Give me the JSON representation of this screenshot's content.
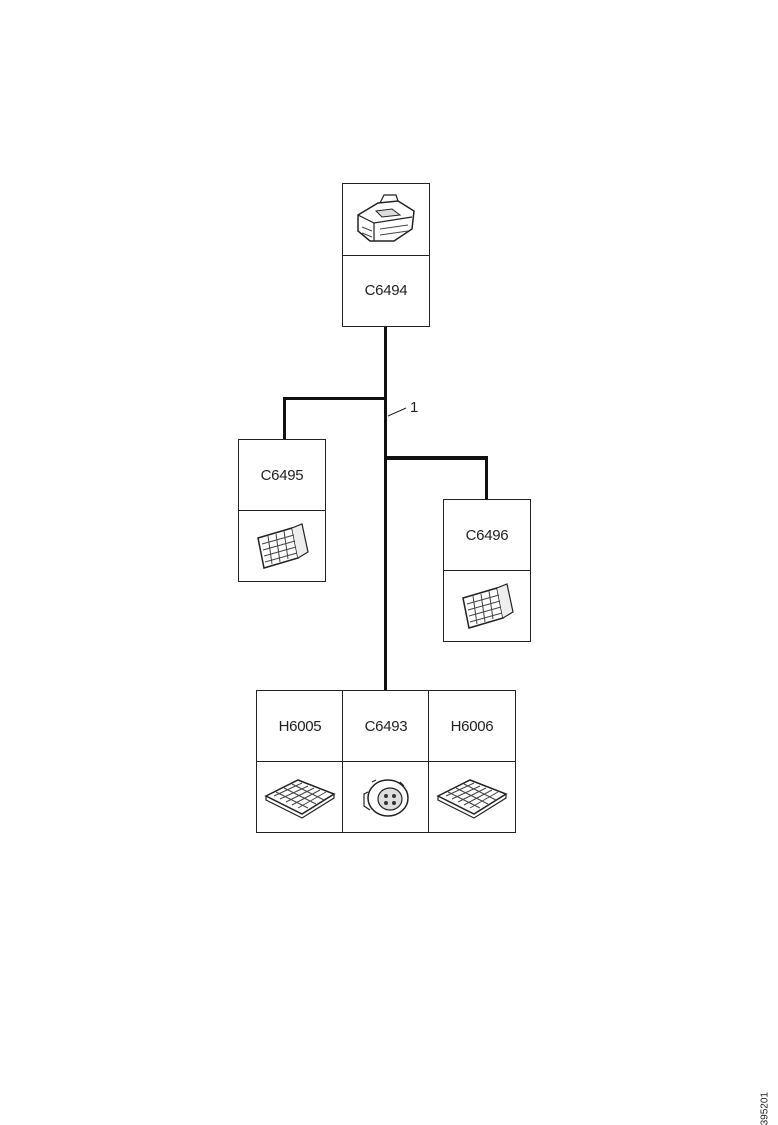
{
  "connectors": {
    "top": {
      "label": "C6494",
      "icon": "module-connector-icon"
    },
    "left": {
      "label": "C6495",
      "icon": "flat-connector-icon"
    },
    "right": {
      "label": "C6496",
      "icon": "flat-connector-icon"
    },
    "bottom": [
      {
        "label": "H6005",
        "icon": "pad-connector-icon"
      },
      {
        "label": "C6493",
        "icon": "round-connector-icon"
      },
      {
        "label": "H6006",
        "icon": "pad-connector-icon"
      }
    ]
  },
  "callout": {
    "label": "1"
  },
  "doc_number": "395201"
}
